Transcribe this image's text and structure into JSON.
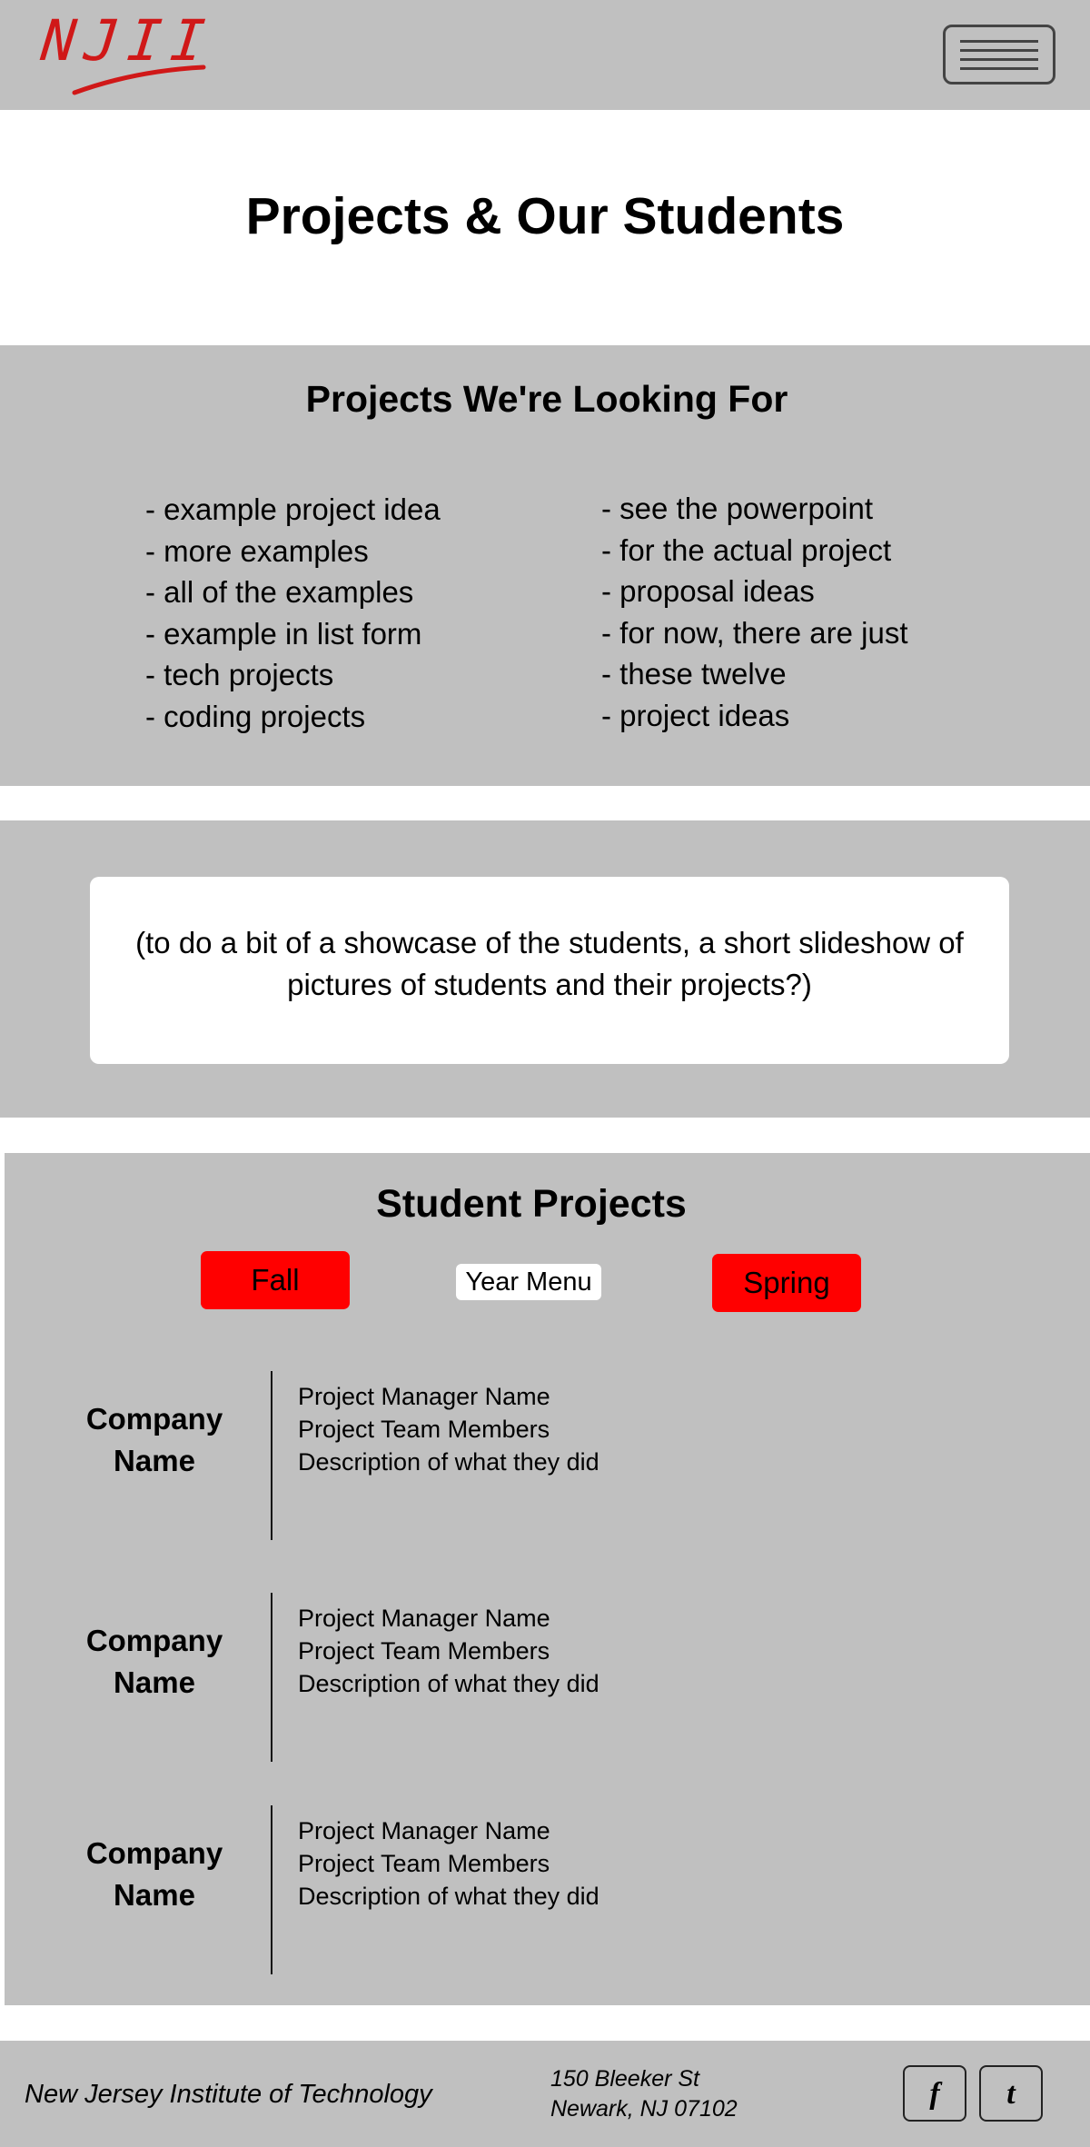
{
  "header": {
    "logo_text": "NJII",
    "menu_icon": "hamburger-menu-icon"
  },
  "page_title": "Projects & Our Students",
  "looking_for": {
    "title": "Projects  We're Looking For",
    "left_items": [
      "- example project idea",
      "- more examples",
      "- all of the examples",
      "- example in list form",
      "- tech projects",
      "- coding projects"
    ],
    "right_items": [
      "- see the powerpoint",
      "- for the actual project",
      "- proposal ideas",
      "- for now, there are just",
      "- these twelve",
      "- project ideas"
    ]
  },
  "showcase": {
    "text": "(to do a bit of a showcase of the students, a short slideshow of pictures of students and their projects?)"
  },
  "student_projects": {
    "title": "Student Projects",
    "fall_label": "Fall",
    "year_menu_label": "Year Menu",
    "spring_label": "Spring",
    "projects": [
      {
        "company": "Company Name",
        "manager": "Project Manager Name",
        "team": "Project Team Members",
        "description": "Description of what they did"
      },
      {
        "company": "Company Name",
        "manager": "Project Manager Name",
        "team": "Project Team Members",
        "description": "Description of what they did"
      },
      {
        "company": "Company Name",
        "manager": "Project Manager Name",
        "team": "Project Team Members",
        "description": "Description of what they did"
      }
    ]
  },
  "footer": {
    "school": "New Jersey Institute of Technology",
    "address_line1": "150 Bleeker St",
    "address_line2": "Newark, NJ 07102",
    "facebook_label": "f",
    "twitter_label": "t"
  },
  "colors": {
    "section_gray": "#c0c0c0",
    "logo_red": "#d01818",
    "button_red": "#ff0000"
  }
}
